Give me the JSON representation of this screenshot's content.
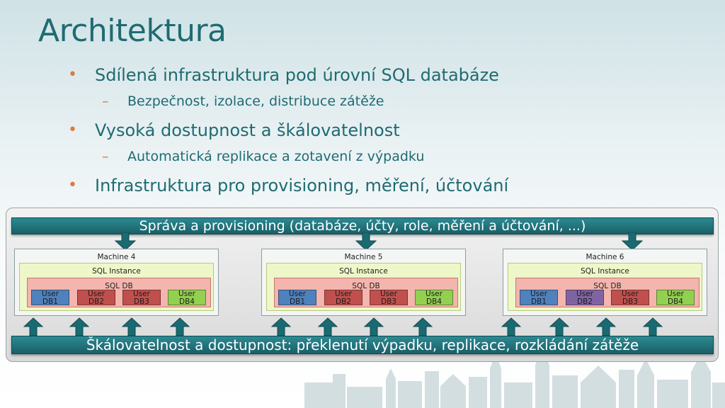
{
  "title": "Architektura",
  "bullets": [
    {
      "text": "Sdílená infrastruktura pod úrovní SQL databáze",
      "sub": "Bezpečnost, izolace, distribuce zátěže"
    },
    {
      "text": "Vysoká dostupnost a škálovatelnost",
      "sub": "Automatická replikace a zotavení z výpadku"
    },
    {
      "text": "Infrastruktura pro provisioning, měření, účtování",
      "sub": ""
    }
  ],
  "bullet_marker": "•",
  "sub_marker": "–",
  "top_bar": "Správa a provisioning (databáze, účty, role, měření a účtování, ...)",
  "bottom_bar": "Škálovatelnost a dostupnost: překlenutí výpadku, replikace, rozkládání zátěže",
  "machines": [
    {
      "label": "Machine 4",
      "instance": "SQL Instance",
      "sqldb": "SQL DB",
      "dbs": [
        {
          "l1": "User",
          "l2": "DB1",
          "color": "#4f81bd"
        },
        {
          "l1": "User",
          "l2": "DB2",
          "color": "#c0504d"
        },
        {
          "l1": "User",
          "l2": "DB3",
          "color": "#c0504d"
        },
        {
          "l1": "User",
          "l2": "DB4",
          "color": "#92d050"
        }
      ]
    },
    {
      "label": "Machine 5",
      "instance": "SQL Instance",
      "sqldb": "SQL DB",
      "dbs": [
        {
          "l1": "User",
          "l2": "DB1",
          "color": "#4f81bd"
        },
        {
          "l1": "User",
          "l2": "DB2",
          "color": "#c0504d"
        },
        {
          "l1": "User",
          "l2": "DB3",
          "color": "#c0504d"
        },
        {
          "l1": "User",
          "l2": "DB4",
          "color": "#92d050"
        }
      ]
    },
    {
      "label": "Machine 6",
      "instance": "SQL Instance",
      "sqldb": "SQL DB",
      "dbs": [
        {
          "l1": "User",
          "l2": "DB1",
          "color": "#4f81bd"
        },
        {
          "l1": "User",
          "l2": "DB2",
          "color": "#8064a2"
        },
        {
          "l1": "User",
          "l2": "DB3",
          "color": "#c0504d"
        },
        {
          "l1": "User",
          "l2": "DB4",
          "color": "#92d050"
        }
      ]
    }
  ]
}
